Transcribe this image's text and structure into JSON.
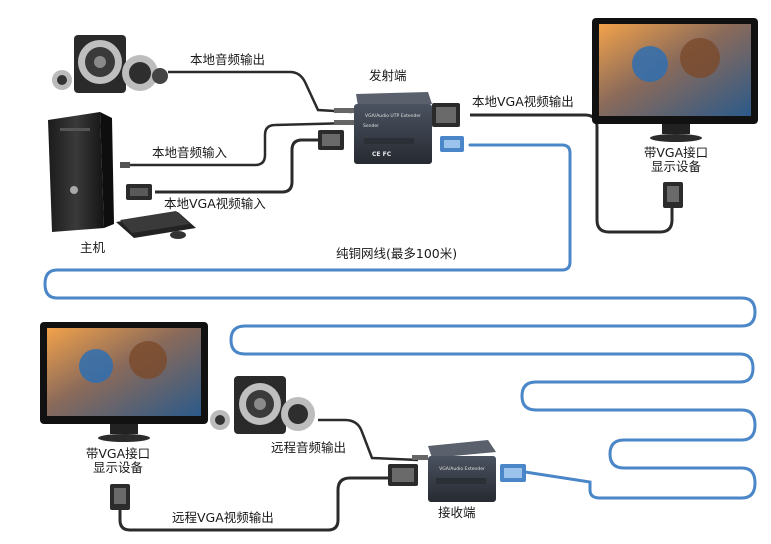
{
  "labels": {
    "local_audio_out": "本地音频输出",
    "sender": "发射端",
    "local_vga_out": "本地VGA视频输出",
    "local_audio_in": "本地音频输入",
    "vga_display_top_line1": "带VGA接口",
    "vga_display_top_line2": "显示设备",
    "local_vga_in": "本地VGA视频输入",
    "host": "主机",
    "cable": "纯铜网线(最多100米)",
    "vga_display_bottom_line1": "带VGA接口",
    "vga_display_bottom_line2": "显示设备",
    "remote_audio_out": "远程音频输出",
    "receiver": "接收端",
    "remote_vga_out": "远程VGA视频输出"
  },
  "device_text": {
    "sender_title": "VGA/Audio UTP Extender",
    "sender_sub": "Sender",
    "receiver_title": "VGA/Audio Extender"
  },
  "colors": {
    "network_cable": "#4a86c8",
    "vga_cable": "#2b2b2b",
    "device_body": "#3a3f4a"
  }
}
